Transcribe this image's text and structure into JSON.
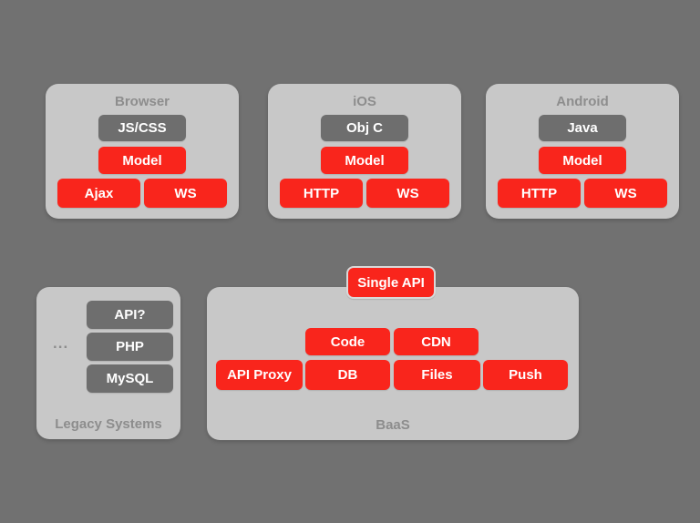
{
  "colors": {
    "background": "#717171",
    "panel": "#c8c8c8",
    "red_box": "#f9251c",
    "dark_box": "#6e6e6e",
    "title_text": "#8d8d8d",
    "box_text": "#ffffff"
  },
  "panels": {
    "browser": {
      "title": "Browser",
      "lang_box": "JS/CSS",
      "model_box": "Model",
      "transport_boxes": [
        "Ajax",
        "WS"
      ]
    },
    "ios": {
      "title": "iOS",
      "lang_box": "Obj C",
      "model_box": "Model",
      "transport_boxes": [
        "HTTP",
        "WS"
      ]
    },
    "android": {
      "title": "Android",
      "lang_box": "Java",
      "model_box": "Model",
      "transport_boxes": [
        "HTTP",
        "WS"
      ]
    },
    "legacy": {
      "title": "Legacy Systems",
      "ellipsis": "...",
      "boxes": [
        "API?",
        "PHP",
        "MySQL"
      ]
    },
    "baas": {
      "title": "BaaS",
      "single_api": "Single API",
      "row1": [
        "Code",
        "CDN"
      ],
      "row2": [
        "API Proxy",
        "DB",
        "Files",
        "Push"
      ]
    }
  }
}
